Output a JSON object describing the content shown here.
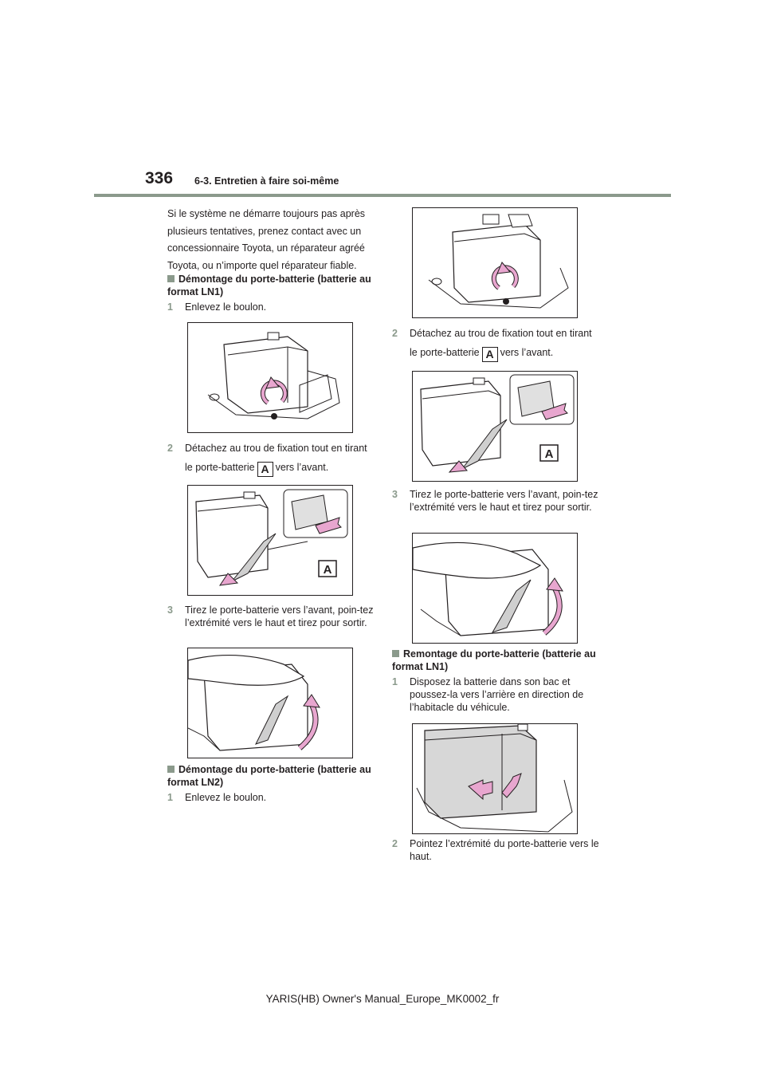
{
  "header": {
    "page_number": "336",
    "section": "6-3. Entretien à faire soi-même"
  },
  "left": {
    "intro": [
      "Si le système ne démarre toujours pas après",
      "plusieurs tentatives, prenez contact avec un",
      "concessionnaire Toyota, un réparateur agréé",
      "Toyota, ou n’importe quel réparateur fiable."
    ],
    "heading1": "Démontage du porte-batterie (batterie au format LN1)",
    "step1": {
      "num": "1",
      "text": "Enlevez le boulon."
    },
    "step2": {
      "num": "2",
      "line1": "Détachez au trou de fixation tout en tirant",
      "pre": "le porte-batterie",
      "post": "vers l’avant."
    },
    "step3": {
      "num": "3",
      "text": "Tirez le porte-batterie vers l’avant, poin-tez l’extrémité vers le haut et tirez pour sortir."
    },
    "heading2": "Démontage du porte-batterie (batterie au format LN2)",
    "step4": {
      "num": "1",
      "text": "Enlevez le boulon."
    }
  },
  "right": {
    "step1": {
      "num": "2",
      "line1": "Détachez au trou de fixation tout en tirant",
      "pre": "le porte-batterie",
      "post": "vers l’avant."
    },
    "step2": {
      "num": "3",
      "text": "Tirez le porte-batterie vers l’avant, poin-tez l’extrémité vers le haut et tirez pour sortir."
    },
    "heading1": "Remontage du porte-batterie (batterie au format LN1)",
    "step3": {
      "num": "1",
      "text": "Disposez la batterie dans son bac et poussez-la vers l’arrière en direction de l’habitacle du véhicule."
    },
    "step4": {
      "num": "2",
      "text": "Pointez l’extrémité du porte-batterie vers le haut."
    }
  },
  "label_A": "A",
  "footer": "YARIS(HB) Owner's Manual_Europe_MK0002_fr",
  "colors": {
    "accent": "#8b9a8c",
    "arrow": "#e8a6cf",
    "battery_fill": "#d7d7d7"
  }
}
